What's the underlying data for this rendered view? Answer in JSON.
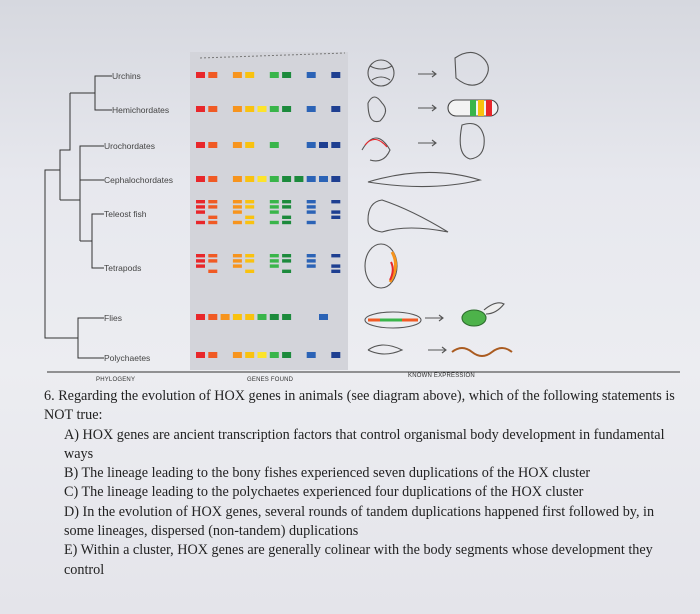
{
  "figure": {
    "taxa": [
      "Urchins",
      "Hemichordates",
      "Urochordates",
      "Cephalochordates",
      "Teleost fish",
      "Tetrapods",
      "Flies",
      "Polychaetes"
    ],
    "footer": {
      "phylogeny": "PHYLOGENY",
      "genes_found": "GENES FOUND",
      "known_expression": "KNOWN EXPRESSION"
    },
    "cluster_colors": [
      "#e8272b",
      "#f05a24",
      "#f7941d",
      "#f9c20f",
      "#fde42a",
      "#39b54a",
      "#1c8a3c",
      "#2b63b6",
      "#1e3f91"
    ]
  },
  "question": {
    "stem": "6. Regarding the evolution of HOX genes in animals (see diagram above), which of the following statements is NOT true:",
    "options": [
      "A) HOX genes are ancient transcription factors that control organismal body development in fundamental ways",
      "B) The lineage leading to the bony fishes experienced seven duplications of the HOX cluster",
      "C) The lineage leading to the polychaetes experienced four duplications of the HOX cluster",
      "D) In the evolution of HOX genes, several rounds of tandem duplications happened first followed by, in some lineages, dispersed (non-tandem) duplications",
      "E) Within a cluster, HOX genes are generally colinear with the body segments whose development they control"
    ]
  }
}
